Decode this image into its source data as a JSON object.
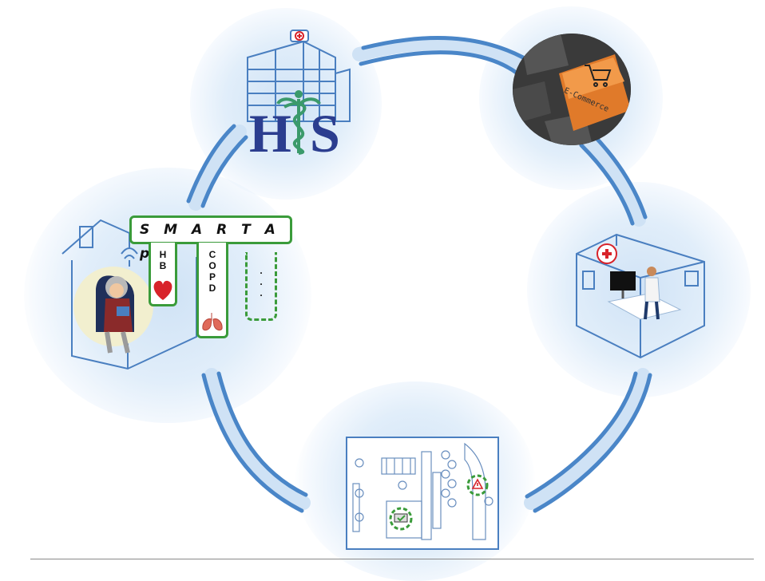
{
  "his": {
    "letters": [
      "H",
      "S"
    ]
  },
  "ecommerce": {
    "key_label": "E-Commerce",
    "icon": "cart-icon"
  },
  "clinic": {
    "icon": "doctor-computer-icon"
  },
  "floorplan": {
    "icon": "floorplan-icon"
  },
  "home": {
    "app_title": "S M A R T   A p p",
    "columns": [
      {
        "label": "H\nB",
        "icon": "heart-icon"
      },
      {
        "label": "C\nO\nP\nD",
        "icon": "lungs-icon"
      },
      {
        "label": ".\n.\n.",
        "icon": ""
      }
    ]
  },
  "colors": {
    "ring": "#4a86c8",
    "ring_light": "#cfe2f5",
    "app_border": "#3a9b3a",
    "his_text": "#2b3d8f",
    "his_staff": "#3b9a6b"
  }
}
